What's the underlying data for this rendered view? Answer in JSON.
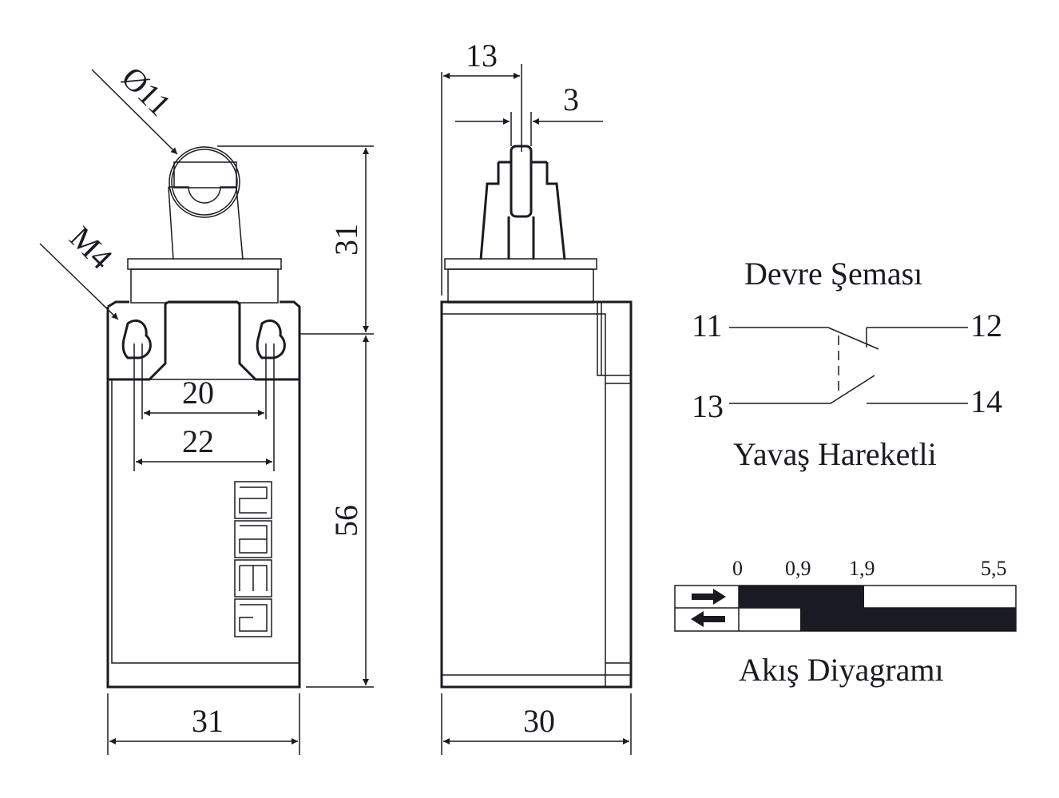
{
  "front_view": {
    "dim_roller_diameter": "Ø11",
    "dim_thread": "M4",
    "dim_top_height": "31",
    "dim_body_height": "56",
    "dim_width": "31",
    "dim_hole_inner": "20",
    "dim_hole_outer": "22",
    "logo_text": "emas"
  },
  "side_view": {
    "dim_offset": "13",
    "dim_roller_width": "3",
    "dim_depth": "30"
  },
  "circuit": {
    "title": "Devre Şeması",
    "terminals": [
      "11",
      "12",
      "13",
      "14"
    ],
    "subtitle": "Yavaş Hareketli"
  },
  "flow_diagram": {
    "title": "Akış Diyagramı",
    "scale_labels": [
      "0",
      "0,9",
      "1,9",
      "5,5"
    ],
    "rows": [
      {
        "direction": "forward",
        "icon": "arrow-right-icon",
        "closed_from": 0,
        "closed_to": 1.9
      },
      {
        "direction": "return",
        "icon": "arrow-left-icon",
        "closed_from": 0.9,
        "closed_to": 5.5
      }
    ],
    "fill_color": "#1a1a22"
  }
}
